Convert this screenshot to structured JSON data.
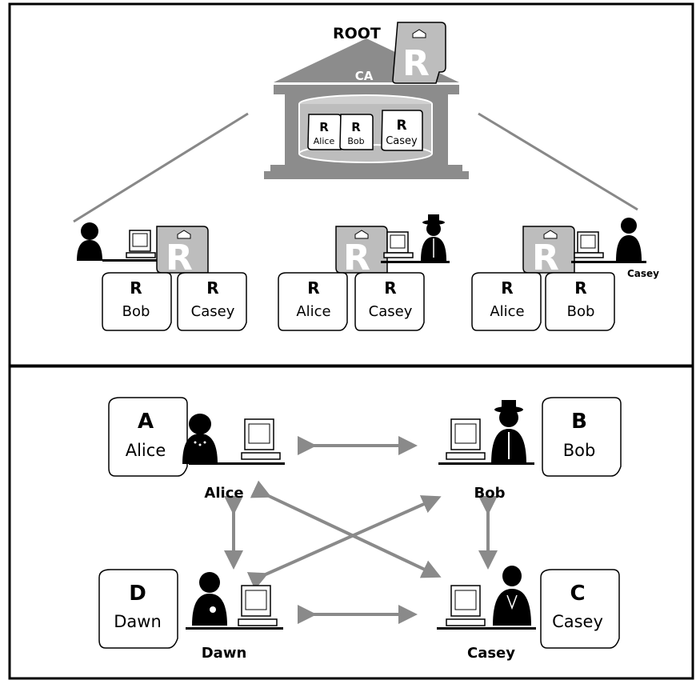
{
  "top_panel": {
    "root_label": "ROOT",
    "ca_label": "CA",
    "root_cert_letter": "R",
    "vault_certs": [
      {
        "letter": "R",
        "name": "Alice"
      },
      {
        "letter": "R",
        "name": "Bob"
      },
      {
        "letter": "R",
        "name": "Casey"
      }
    ],
    "users": [
      {
        "name": "",
        "root_letter": "R",
        "certs": [
          {
            "letter": "R",
            "name": "Bob"
          },
          {
            "letter": "R",
            "name": "Casey"
          }
        ]
      },
      {
        "name": "",
        "root_letter": "R",
        "certs": [
          {
            "letter": "R",
            "name": "Alice"
          },
          {
            "letter": "R",
            "name": "Casey"
          }
        ]
      },
      {
        "name": "Casey",
        "root_letter": "R",
        "certs": [
          {
            "letter": "R",
            "name": "Alice"
          },
          {
            "letter": "R",
            "name": "Bob"
          }
        ]
      }
    ]
  },
  "bottom_panel": {
    "peers": [
      {
        "name": "Alice",
        "cert_letter": "A",
        "cert_name": "Alice"
      },
      {
        "name": "Bob",
        "cert_letter": "B",
        "cert_name": "Bob"
      },
      {
        "name": "Dawn",
        "cert_letter": "D",
        "cert_name": "Dawn"
      },
      {
        "name": "Casey",
        "cert_letter": "C",
        "cert_name": "Casey"
      }
    ]
  },
  "colors": {
    "building": "#8c8c8c",
    "building_light": "#bdbdbd",
    "arrow": "#8a8a8a",
    "line": "#888888",
    "border": "#000000"
  }
}
